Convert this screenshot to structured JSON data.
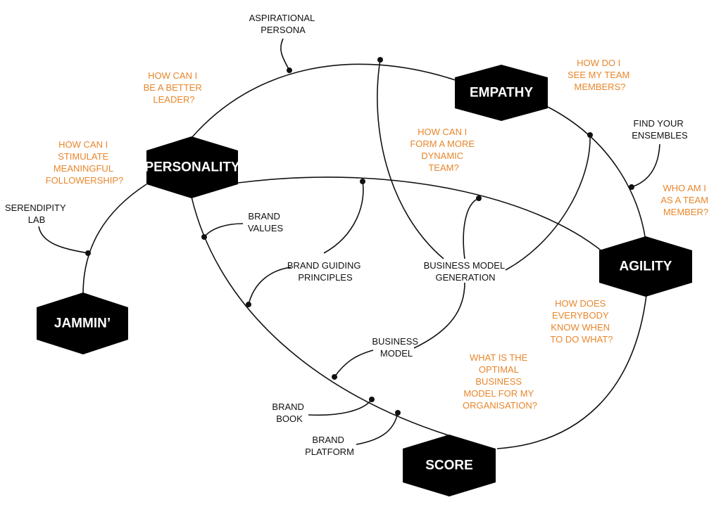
{
  "colors": {
    "hex_fill": "#000000",
    "line": "#111111",
    "question": "#e8862b",
    "label": "#111111"
  },
  "hubs": {
    "personality": "PERSONALITY",
    "empathy": "EMPATHY",
    "agility": "AGILITY",
    "jammin": "JAMMIN’",
    "score": "SCORE"
  },
  "labels": {
    "aspirational_persona": [
      "ASPIRATIONAL",
      "PERSONA"
    ],
    "find_your_ensembles": [
      "FIND YOUR",
      "ENSEMBLES"
    ],
    "serendipity_lab": [
      "SERENDIPITY",
      "LAB"
    ],
    "brand_values": [
      "BRAND",
      "VALUES"
    ],
    "brand_guiding_principles": [
      "BRAND GUIDING",
      "PRINCIPLES"
    ],
    "business_model_generation": [
      "BUSINESS MODEL",
      "GENERATION"
    ],
    "business_model": [
      "BUSINESS",
      "MODEL"
    ],
    "brand_book": [
      "BRAND",
      "BOOK"
    ],
    "brand_platform": [
      "BRAND",
      "PLATFORM"
    ]
  },
  "questions": {
    "better_leader": [
      "HOW CAN I",
      "BE A BETTER",
      "LEADER?"
    ],
    "followership": [
      "HOW CAN I",
      "STIMULATE",
      "MEANINGFUL",
      "FOLLOWERSHIP?"
    ],
    "dynamic_team": [
      "HOW CAN I",
      "FORM A MORE",
      "DYNAMIC",
      "TEAM?"
    ],
    "see_team": [
      "HOW DO I",
      "SEE MY TEAM",
      "MEMBERS?"
    ],
    "team_member": [
      "WHO AM I",
      "AS A TEAM",
      "MEMBER?"
    ],
    "know_when": [
      "HOW DOES",
      "EVERYBODY",
      "KNOW WHEN",
      "TO DO WHAT?"
    ],
    "optimal_model": [
      "WHAT IS THE",
      "OPTIMAL",
      "BUSINESS",
      "MODEL FOR MY",
      "ORGANISATION?"
    ]
  }
}
